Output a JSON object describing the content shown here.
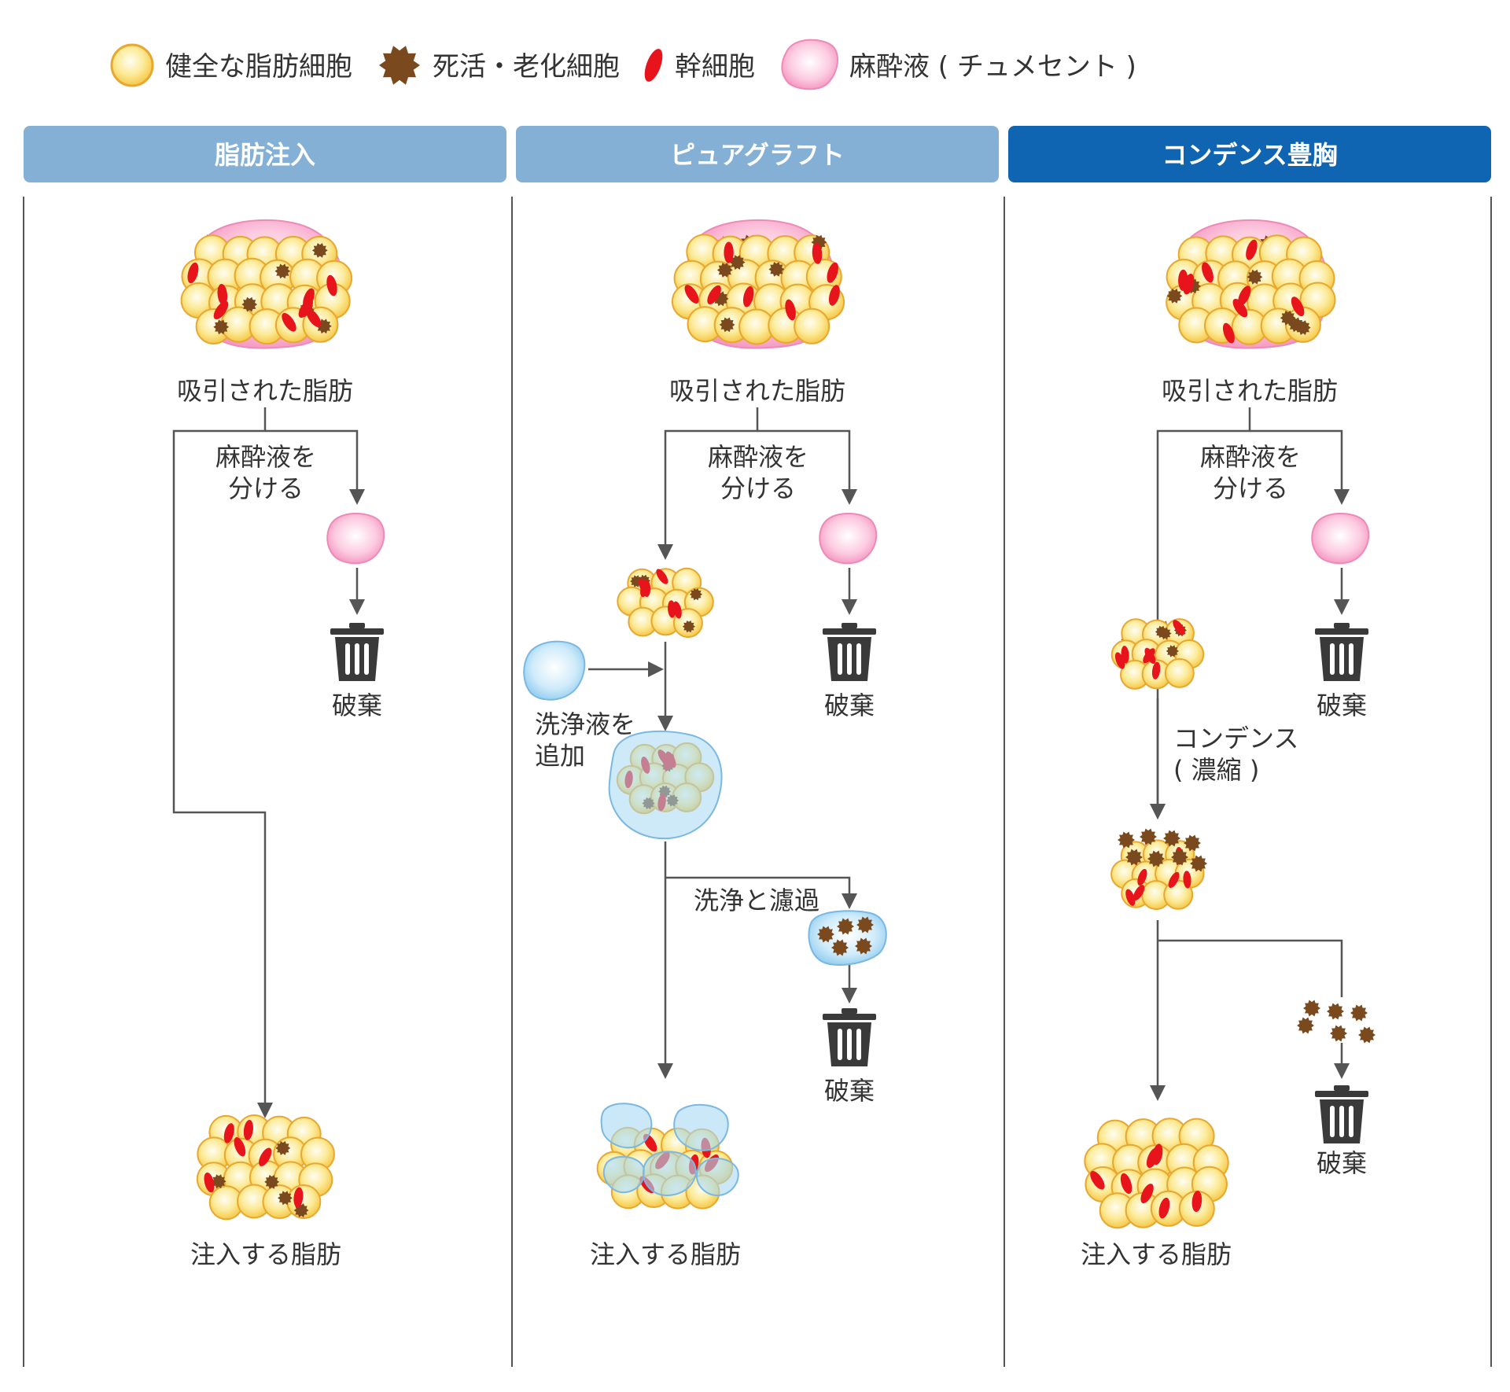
{
  "legend": [
    {
      "icon": "healthy-fat-cell-icon",
      "label": "健全な脂肪細胞"
    },
    {
      "icon": "dead-aged-cell-icon",
      "label": "死活・老化細胞"
    },
    {
      "icon": "stem-cell-icon",
      "label": "幹細胞"
    },
    {
      "icon": "anesthetic-fluid-icon",
      "label": "麻酔液 ( チュメセント )"
    }
  ],
  "columns": [
    {
      "title": "脂肪注入",
      "aspirated": "吸引された脂肪",
      "separate_line1": "麻酔液を",
      "separate_line2": "分ける",
      "discard": "破棄",
      "injected": "注入する脂肪"
    },
    {
      "title": "ピュアグラフト",
      "aspirated": "吸引された脂肪",
      "separate_line1": "麻酔液を",
      "separate_line2": "分ける",
      "discard": "破棄",
      "add_wash_line1": "洗浄液を",
      "add_wash_line2": "追加",
      "wash_filter": "洗浄と濾過",
      "discard2": "破棄",
      "injected": "注入する脂肪"
    },
    {
      "title": "コンデンス豊胸",
      "aspirated": "吸引された脂肪",
      "separate_line1": "麻酔液を",
      "separate_line2": "分ける",
      "discard": "破棄",
      "condense_line1": "コンデンス",
      "condense_line2": "( 濃縮 )",
      "discard2": "破棄",
      "injected": "注入する脂肪"
    }
  ],
  "colors": {
    "header_light": "#85B0D6",
    "header_active": "#1065B2",
    "fat_cell_fill": "#FCE88E",
    "fat_cell_stroke": "#E8A830",
    "dead_cell": "#7A4A1E",
    "stem_cell": "#E8141C",
    "anesthetic": "#F9B4D2",
    "wash_fluid": "#A6D8F4",
    "line": "#555555"
  }
}
